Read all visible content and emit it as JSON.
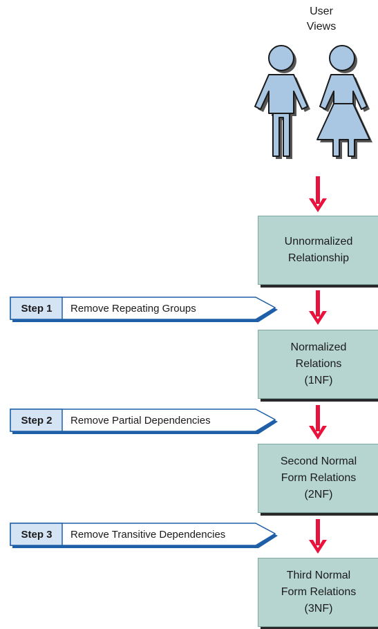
{
  "user_views": {
    "line1": "User",
    "line2": "Views"
  },
  "boxes": [
    {
      "lines": [
        "Unnormalized",
        "Relationship"
      ]
    },
    {
      "lines": [
        "Normalized",
        "Relations",
        "(1NF)"
      ]
    },
    {
      "lines": [
        "Second Normal",
        "Form Relations",
        "(2NF)"
      ]
    },
    {
      "lines": [
        "Third Normal",
        "Form Relations",
        "(3NF)"
      ]
    }
  ],
  "steps": [
    {
      "tag": "Step 1",
      "text": "Remove Repeating Groups"
    },
    {
      "tag": "Step 2",
      "text": "Remove Partial Dependencies"
    },
    {
      "tag": "Step 3",
      "text": "Remove Transitive Dependencies"
    }
  ],
  "colors": {
    "box_fill": "#b6d5d1",
    "arrow": "#e8123c",
    "step_tag_fill": "#d4e4f4",
    "step_shadow": "#1f5fa8",
    "figure_fill": "#a9c6e2"
  },
  "icons": {
    "figures": "male-and-female-user-icon"
  }
}
